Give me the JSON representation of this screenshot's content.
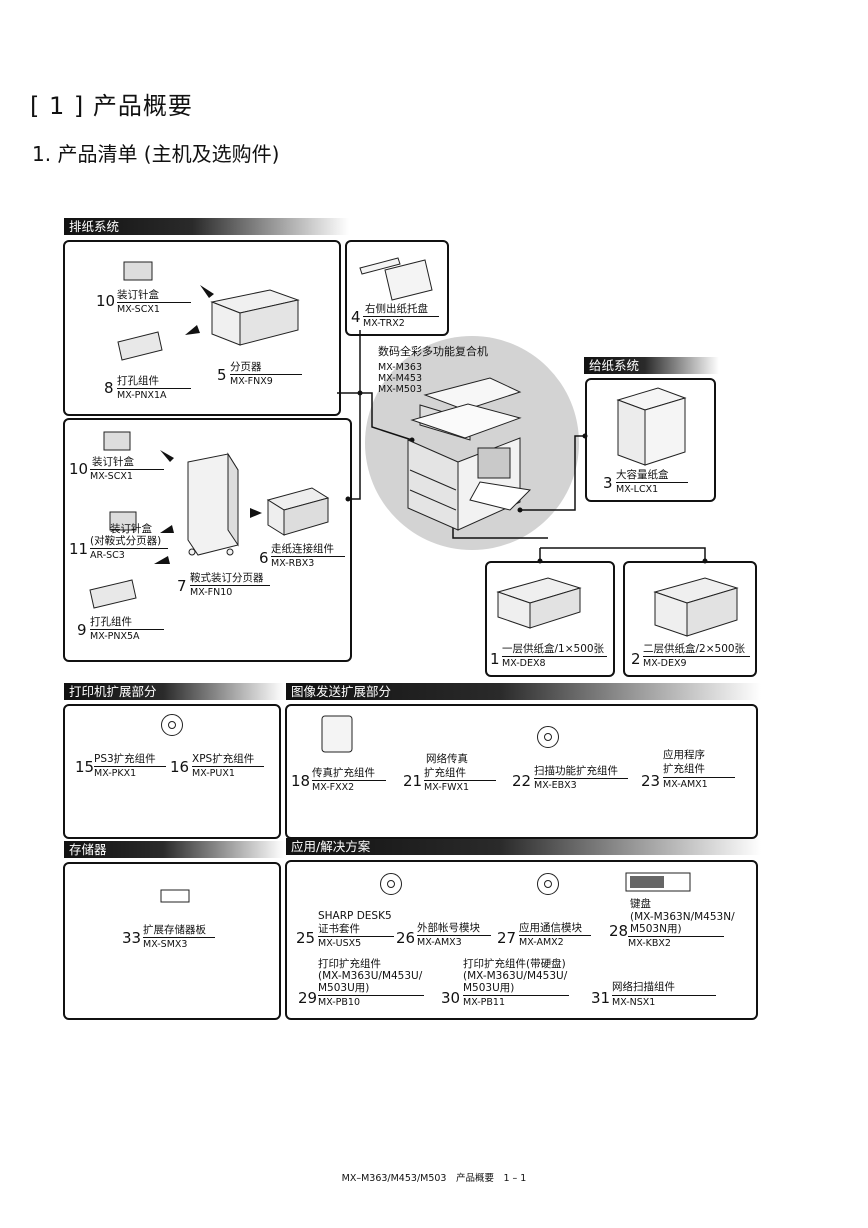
{
  "page_title": "[ 1 ]  产品概要",
  "section_title": "1. 产品清单 (主机及选购件)",
  "sections": {
    "exit": "排纸系统",
    "feed": "给纸系统",
    "printer": "打印机扩展部分",
    "image_send": "图像发送扩展部分",
    "storage": "存储器",
    "apps": "应用/解决方案"
  },
  "main_unit": {
    "title": "数码全彩多功能复合机",
    "models": [
      "MX-M363",
      "MX-M453",
      "MX-M503"
    ]
  },
  "items": {
    "i10a": {
      "num": "10",
      "name": "装订针盒",
      "code": "MX-SCX1"
    },
    "i5": {
      "num": "5",
      "name": "分页器",
      "code": "MX-FNX9"
    },
    "i8": {
      "num": "8",
      "name": "打孔组件",
      "code": "MX-PNX1A"
    },
    "i4": {
      "num": "4",
      "name": "右侧出纸托盘",
      "code": "MX-TRX2"
    },
    "i10b": {
      "num": "10",
      "name": "装订针盒",
      "code": "MX-SCX1"
    },
    "i11": {
      "num": "11",
      "name": "装订针盒",
      "name2": "(对鞍式分页器)",
      "code": "AR-SC3"
    },
    "i6": {
      "num": "6",
      "name": "走纸连接组件",
      "code": "MX-RBX3"
    },
    "i7": {
      "num": "7",
      "name": "鞍式装订分页器",
      "code": "MX-FN10"
    },
    "i9": {
      "num": "9",
      "name": "打孔组件",
      "code": "MX-PNX5A"
    },
    "i3": {
      "num": "3",
      "name": "大容量纸盒",
      "code": "MX-LCX1"
    },
    "i1": {
      "num": "1",
      "name": "一层供纸盒/1×500张",
      "code": "MX-DEX8"
    },
    "i2": {
      "num": "2",
      "name": "二层供纸盒/2×500张",
      "code": "MX-DEX9"
    },
    "i15": {
      "num": "15",
      "name": "PS3扩充组件",
      "code": "MX-PKX1"
    },
    "i16": {
      "num": "16",
      "name": "XPS扩充组件",
      "code": "MX-PUX1"
    },
    "i18": {
      "num": "18",
      "name": "传真扩充组件",
      "code": "MX-FXX2"
    },
    "i21": {
      "num": "21",
      "name": "网络传真",
      "name2": "扩充组件",
      "code": "MX-FWX1"
    },
    "i22": {
      "num": "22",
      "name": "扫描功能扩充组件",
      "code": "MX-EBX3"
    },
    "i23": {
      "num": "23",
      "name": "应用程序",
      "name2": "扩充组件",
      "code": "MX-AMX1"
    },
    "i33": {
      "num": "33",
      "name": "扩展存储器板",
      "code": "MX-SMX3"
    },
    "i25": {
      "num": "25",
      "name": "SHARP DESK5",
      "name2": "证书套件",
      "code": "MX-USX5"
    },
    "i26": {
      "num": "26",
      "name": "外部帐号模块",
      "code": "MX-AMX3"
    },
    "i27": {
      "num": "27",
      "name": "应用通信模块",
      "code": "MX-AMX2"
    },
    "i28": {
      "num": "28",
      "name": "键盘",
      "name2": "(MX-M363N/M453N/",
      "name3": "M503N用)",
      "code": "MX-KBX2"
    },
    "i29": {
      "num": "29",
      "name": "打印扩充组件",
      "name2": "(MX-M363U/M453U/",
      "name3": "M503U用)",
      "code": "MX-PB10"
    },
    "i30": {
      "num": "30",
      "name": "打印扩充组件(带硬盘)",
      "name2": "(MX-M363U/M453U/",
      "name3": "M503U用)",
      "code": "MX-PB11"
    },
    "i31": {
      "num": "31",
      "name": "网络扫描组件",
      "code": "MX-NSX1"
    }
  },
  "footer": "MX–M363/M453/M503　产品概要　1 – 1"
}
